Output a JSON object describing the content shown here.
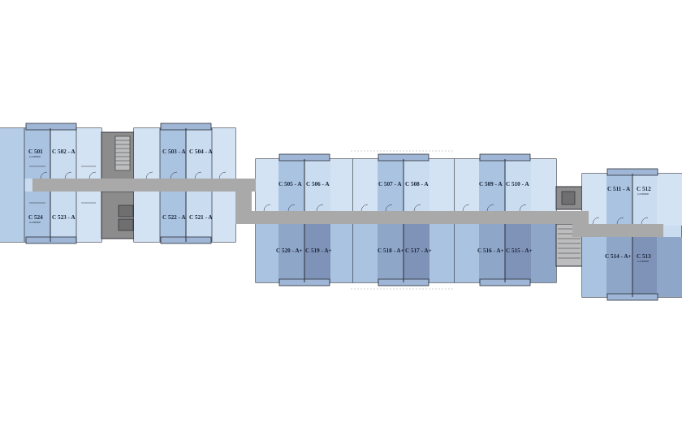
{
  "colors": {
    "corridor": "#a9a9a9",
    "core": "#8c8c8c",
    "wall": "#2b2f38",
    "room_light": "#c9dcf0",
    "room_mid": "#a9c3e0",
    "room_dark": "#8ea6c8",
    "room_deep": "#7f93b8",
    "balcony": "#9fb6d6",
    "window": "#5c7aa8"
  },
  "units": [
    {
      "id": "u-c501",
      "label": "C 501",
      "sub": "A-CORNER"
    },
    {
      "id": "u-c502",
      "label": "C 502 - A"
    },
    {
      "id": "u-c503",
      "label": "C 503 - A"
    },
    {
      "id": "u-c504",
      "label": "C 504 - A"
    },
    {
      "id": "u-c524",
      "label": "C 524",
      "sub": "A-CORNER"
    },
    {
      "id": "u-c523",
      "label": "C 523 - A"
    },
    {
      "id": "u-c522",
      "label": "C 522 - A"
    },
    {
      "id": "u-c521",
      "label": "C 521 - A"
    },
    {
      "id": "u-c505",
      "label": "C 505 - A"
    },
    {
      "id": "u-c506",
      "label": "C 506 - A"
    },
    {
      "id": "u-c507",
      "label": "C 507 - A"
    },
    {
      "id": "u-c508",
      "label": "C 508 - A"
    },
    {
      "id": "u-c509",
      "label": "C 509 - A"
    },
    {
      "id": "u-c510",
      "label": "C 510 - A"
    },
    {
      "id": "u-c520",
      "label": "C 520 - A+"
    },
    {
      "id": "u-c519",
      "label": "C 519 - A+"
    },
    {
      "id": "u-c518",
      "label": "C 518 - A+"
    },
    {
      "id": "u-c517",
      "label": "C 517 - A+"
    },
    {
      "id": "u-c516",
      "label": "C 516 - A+"
    },
    {
      "id": "u-c515",
      "label": "C 515 - A+"
    },
    {
      "id": "u-c511",
      "label": "C 511 - A"
    },
    {
      "id": "u-c512",
      "label": "C 512",
      "sub": "A-CORNER"
    },
    {
      "id": "u-c514",
      "label": "C 514 - A+"
    },
    {
      "id": "u-c513",
      "label": "C 513",
      "sub": "A-CORNER"
    }
  ]
}
